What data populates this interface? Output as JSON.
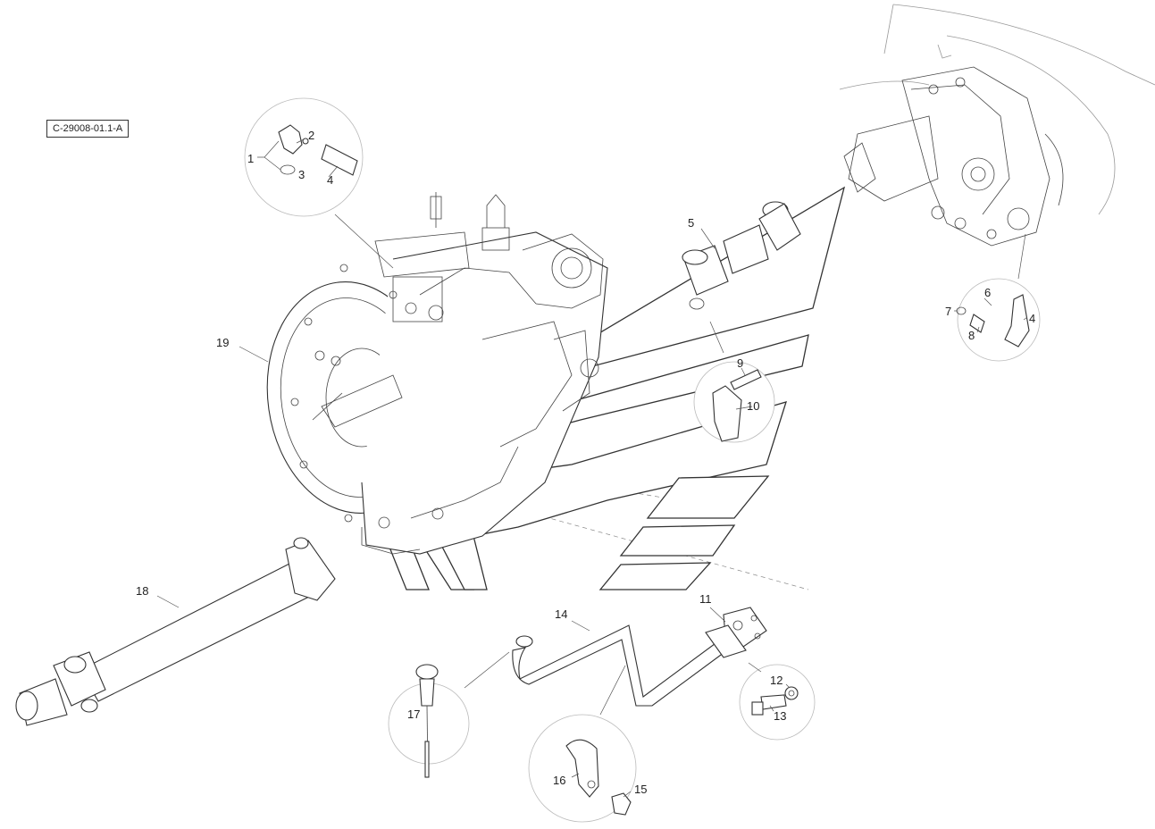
{
  "diagram": {
    "reference_code": "C-29008-01.1-A",
    "callouts": [
      {
        "id": "c1",
        "label": "1"
      },
      {
        "id": "c2",
        "label": "2"
      },
      {
        "id": "c3",
        "label": "3"
      },
      {
        "id": "c4a",
        "label": "4"
      },
      {
        "id": "c5",
        "label": "5"
      },
      {
        "id": "c6",
        "label": "6"
      },
      {
        "id": "c7",
        "label": "7"
      },
      {
        "id": "c8",
        "label": "8"
      },
      {
        "id": "c4b",
        "label": "4"
      },
      {
        "id": "c9",
        "label": "9"
      },
      {
        "id": "c10",
        "label": "10"
      },
      {
        "id": "c19",
        "label": "19"
      },
      {
        "id": "c18",
        "label": "18"
      },
      {
        "id": "c14",
        "label": "14"
      },
      {
        "id": "c11",
        "label": "11"
      },
      {
        "id": "c12",
        "label": "12"
      },
      {
        "id": "c13",
        "label": "13"
      },
      {
        "id": "c17",
        "label": "17"
      },
      {
        "id": "c16",
        "label": "16"
      },
      {
        "id": "c15",
        "label": "15"
      }
    ]
  }
}
